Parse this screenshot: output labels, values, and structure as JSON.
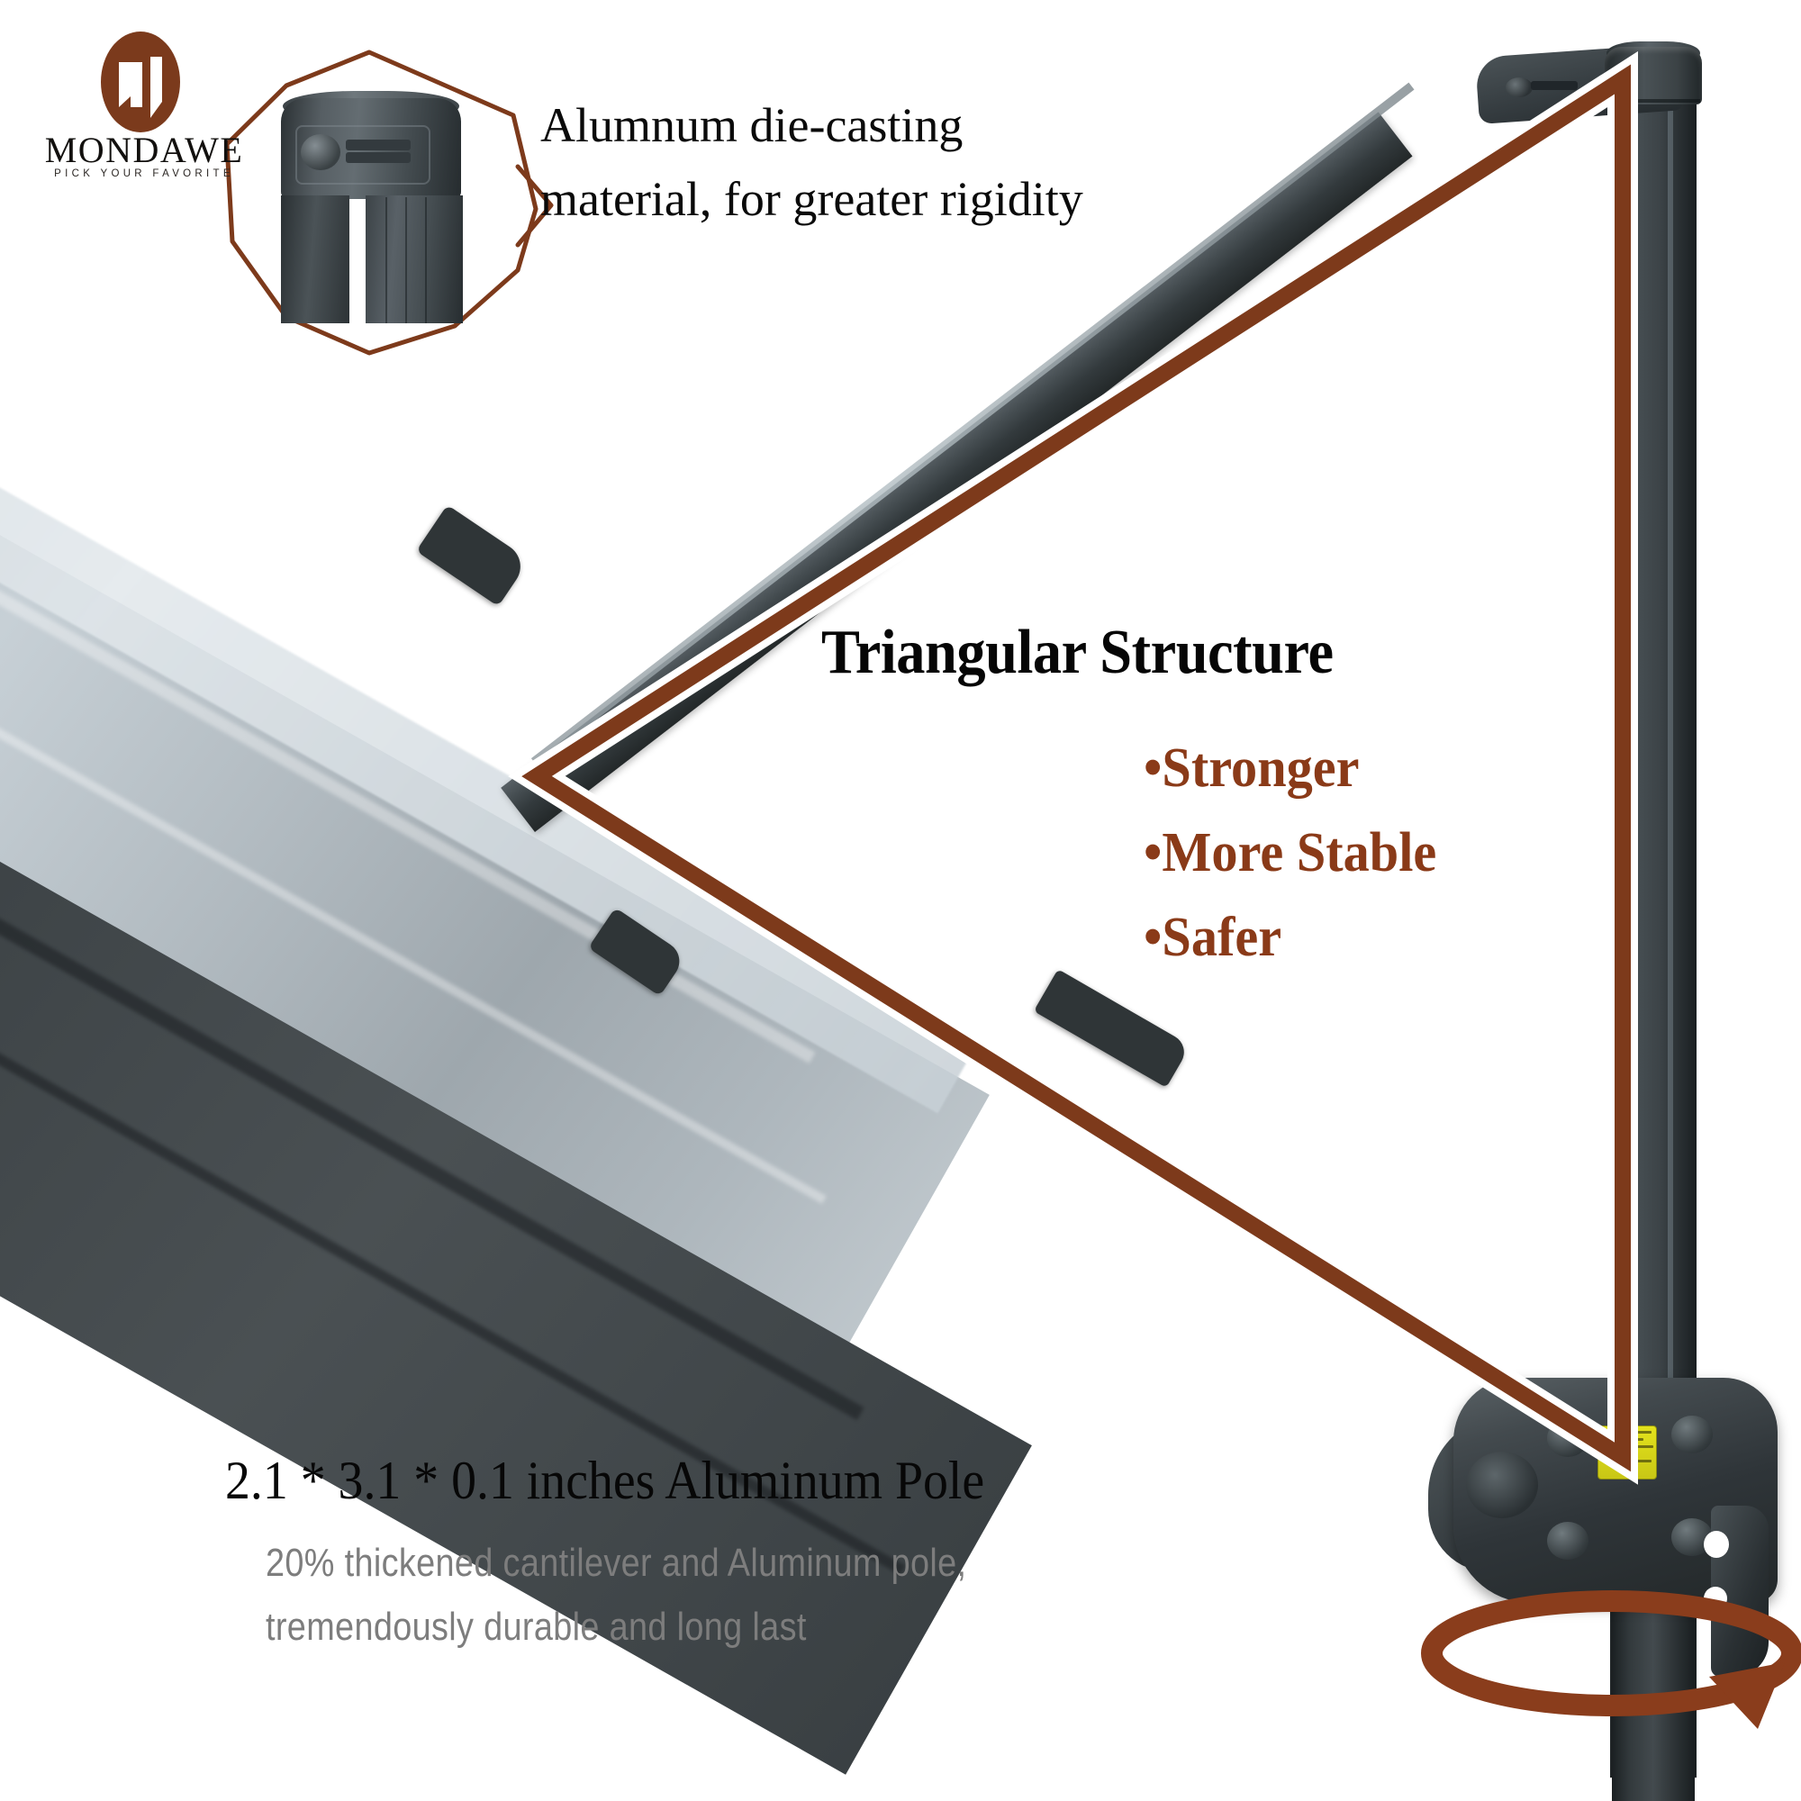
{
  "brand": {
    "name": "MONDAWE",
    "tagline": "PICK YOUR FAVORITE",
    "logo_icon": "mondawe-m-monogram",
    "logo_color": "#7b3a1c"
  },
  "colors": {
    "accent_brown": "#8a3a18",
    "overlay_brown": "#7d3a1b",
    "body_black": "#0a0a0a",
    "muted_gray": "#7d7d7d",
    "label_yellow": "#e3e21c",
    "metal_dark": "#2f3539",
    "canopy_gray": "#b9c2c8"
  },
  "callouts": {
    "hexagon": {
      "shape": "hexagon-callout",
      "inset_label": "aluminum-die-cast-joint-closeup"
    },
    "top_text": "Alumnum die-casting material, for greater rigidity"
  },
  "headline": {
    "title": "Triangular Structure",
    "bullets": [
      {
        "bullet": "•",
        "label": "Stronger"
      },
      {
        "bullet": "•",
        "label": "More Stable"
      },
      {
        "bullet": "•",
        "label": "Safer"
      }
    ]
  },
  "footer": {
    "pole_spec": "2.1 * 3.1 * 0.1 inches Aluminum Pole",
    "sub_line_1": "20% thickened cantilever and Aluminum pole,",
    "sub_line_2": "tremendously durable and long last"
  },
  "product": {
    "hub_warning_label": "yellow-warning-sticker",
    "rotation_indicator": "360-degree-rotation-arrow",
    "triangle_overlay": "triangular-structure-highlight"
  }
}
